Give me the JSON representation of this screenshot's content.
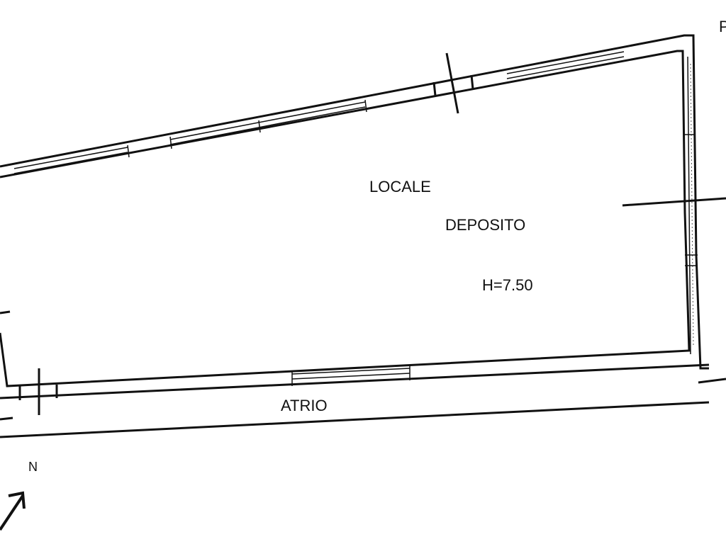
{
  "rooms": {
    "main_name_line1": "LOCALE",
    "main_name_line2": "DEPOSITO",
    "height_label": "H=7.50",
    "corridor": "ATRIO"
  },
  "north_label": "N",
  "corner_letter": "P",
  "colors": {
    "ink": "#111111",
    "paper": "#ffffff"
  }
}
